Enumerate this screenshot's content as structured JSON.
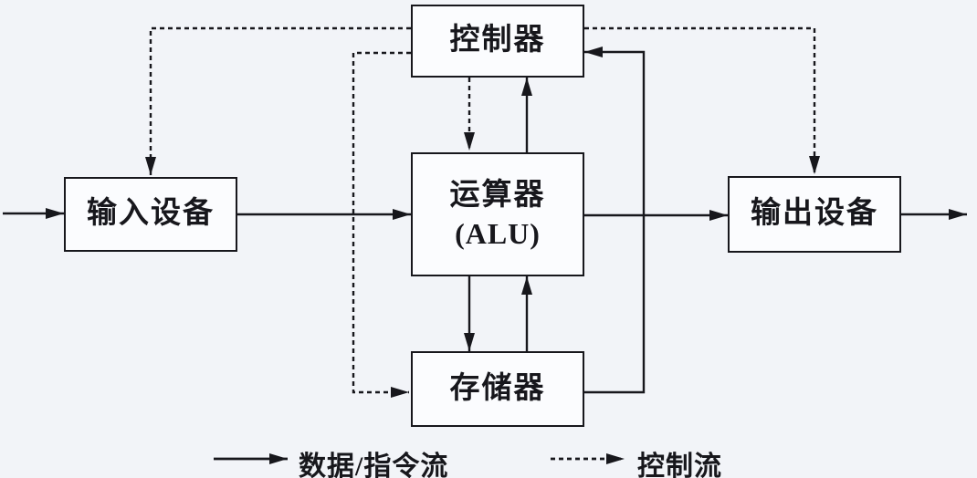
{
  "nodes": {
    "controller": {
      "label": "控制器"
    },
    "alu": {
      "label_line1": "运算器",
      "label_line2": "(ALU)"
    },
    "memory": {
      "label": "存储器"
    },
    "input": {
      "label": "输入设备"
    },
    "output": {
      "label": "输出设备"
    }
  },
  "legend": {
    "solid_label": "数据/指令流",
    "dashed_label": "控制流"
  },
  "edges": [
    {
      "from": "external-left",
      "to": "input",
      "type": "solid"
    },
    {
      "from": "input",
      "to": "alu",
      "type": "solid"
    },
    {
      "from": "alu",
      "to": "output",
      "type": "solid"
    },
    {
      "from": "output",
      "to": "external-right",
      "type": "solid"
    },
    {
      "from": "alu",
      "to": "controller",
      "type": "solid"
    },
    {
      "from": "alu",
      "to": "memory",
      "type": "solid"
    },
    {
      "from": "memory",
      "to": "alu",
      "type": "solid"
    },
    {
      "from": "memory",
      "to": "controller",
      "type": "solid"
    },
    {
      "from": "controller",
      "to": "alu",
      "type": "dashed"
    },
    {
      "from": "controller",
      "to": "input",
      "type": "dashed"
    },
    {
      "from": "controller",
      "to": "output",
      "type": "dashed"
    },
    {
      "from": "controller",
      "to": "memory",
      "type": "dashed"
    }
  ],
  "colors": {
    "background": "#f2f4f8",
    "box_fill": "#fbfcfe",
    "line": "#17171c"
  }
}
